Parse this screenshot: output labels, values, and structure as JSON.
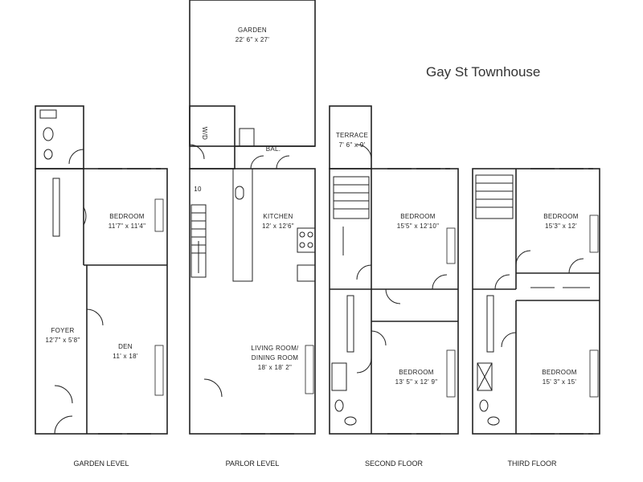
{
  "title": "Gay St Townhouse",
  "levels": {
    "garden_level": "GARDEN LEVEL",
    "parlor_level": "PARLOR LEVEL",
    "second_floor": "SECOND FLOOR",
    "third_floor": "THIRD FLOOR"
  },
  "rooms": {
    "garden": {
      "name": "GARDEN",
      "dims": "22' 6\" x 27'"
    },
    "garden_bedroom": {
      "name": "BEDROOM",
      "dims": "11'7\" x 11'4\""
    },
    "foyer": {
      "name": "FOYER",
      "dims": "12'7\" x 5'8\""
    },
    "den": {
      "name": "DEN",
      "dims": "11' x 18'"
    },
    "wd": {
      "name": "W/D"
    },
    "bal": {
      "name": "BAL."
    },
    "closet_10": {
      "name": "10"
    },
    "kitchen": {
      "name": "KITCHEN",
      "dims": "12' x 12'6\""
    },
    "living_dining": {
      "name": "LIVING ROOM/",
      "name2": "DINING ROOM",
      "dims": "18' x 18' 2\""
    },
    "terrace": {
      "name": "TERRACE",
      "dims": "7' 6\" x 9'"
    },
    "second_bedroom_rear": {
      "name": "BEDROOM",
      "dims": "15'5\" x 12'10\""
    },
    "second_bedroom_front": {
      "name": "BEDROOM",
      "dims": "13' 5\" x 12' 9\""
    },
    "third_bedroom_rear": {
      "name": "BEDROOM",
      "dims": "15'3\" x 12'"
    },
    "third_bedroom_front": {
      "name": "BEDROOM",
      "dims": "15' 3\" x 15'"
    }
  }
}
